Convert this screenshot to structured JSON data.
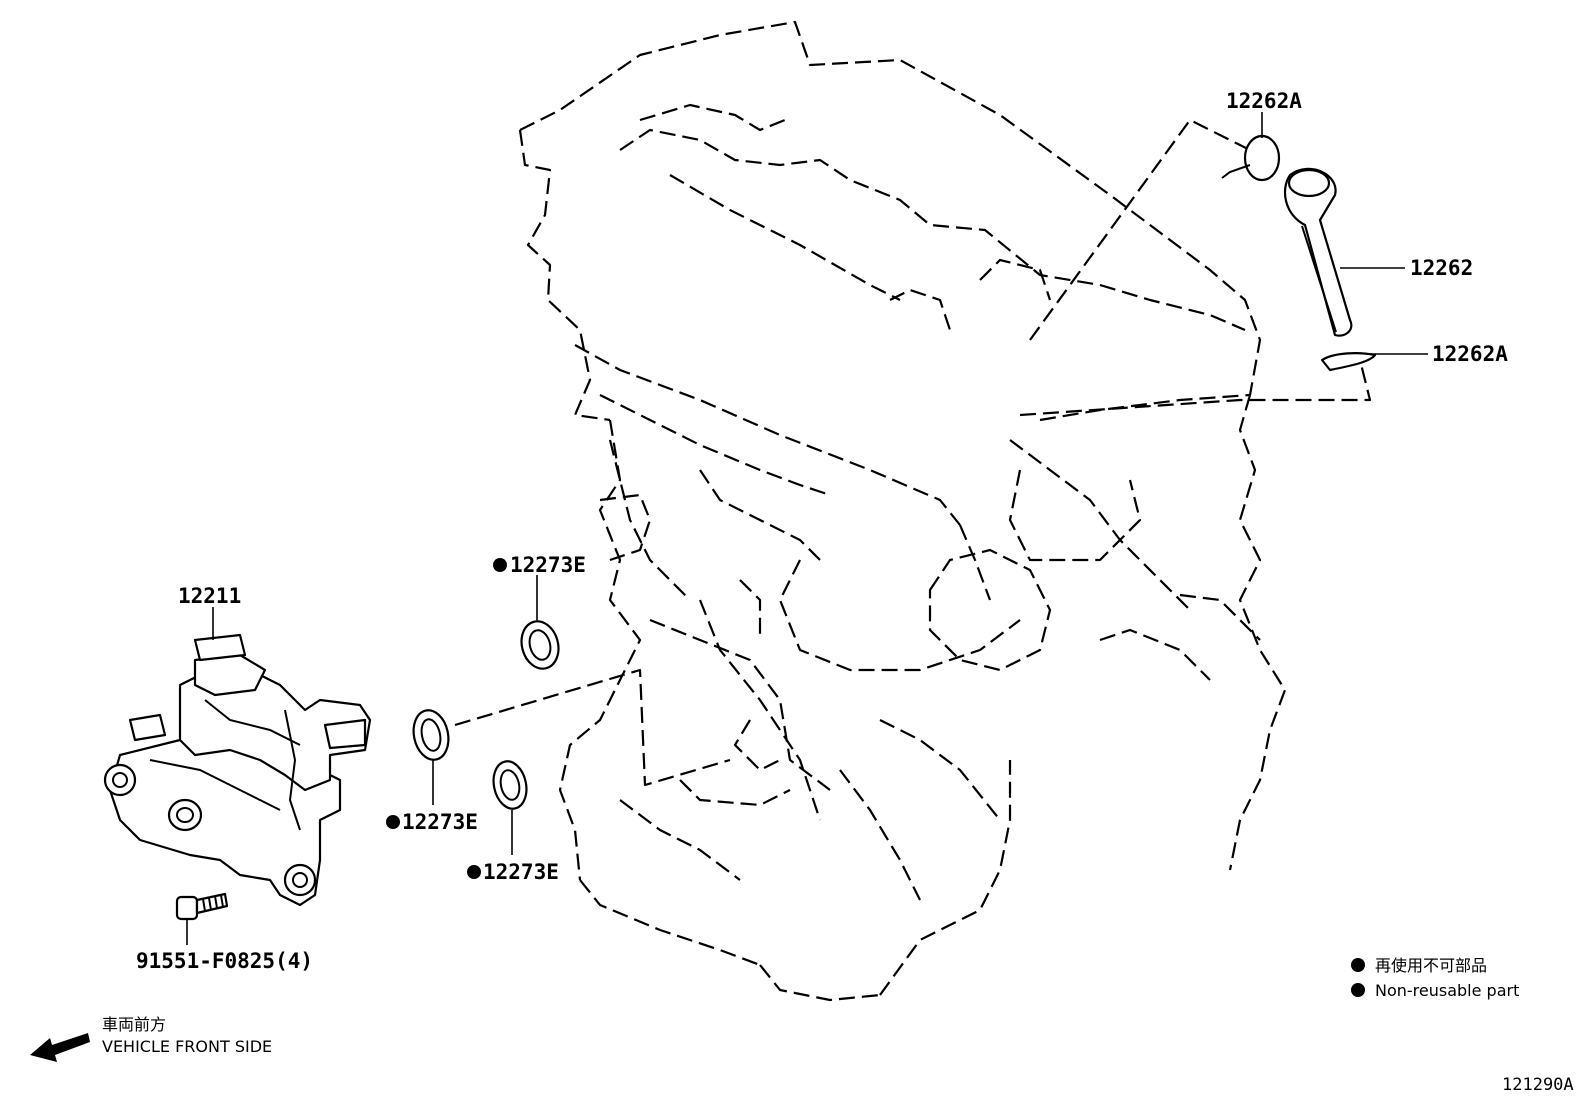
{
  "parts": {
    "hose_clamp_upper": "12262A",
    "hose": "12262",
    "hose_clamp_lower": "12262A",
    "gasket_top": "12273E",
    "gasket_left": "12273E",
    "gasket_bottom": "12273E",
    "oil_separator": "12211",
    "bolt": "91551-F0825(4)"
  },
  "legend": {
    "jp": "再使用不可部品",
    "en": "Non-reusable part"
  },
  "direction": {
    "jp": "車両前方",
    "en": "VEHICLE FRONT SIDE"
  },
  "figure_id": "121290A"
}
